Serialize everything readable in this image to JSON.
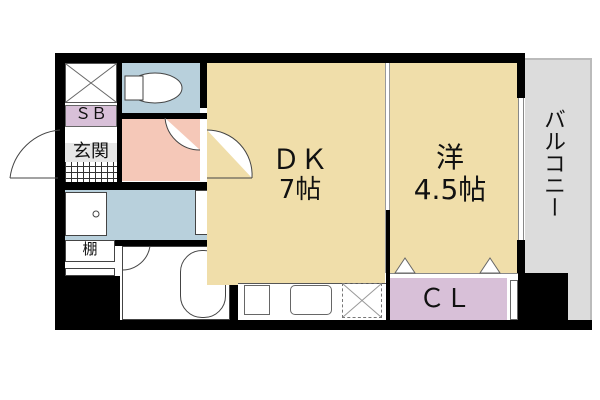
{
  "plan": {
    "rooms": {
      "dk": {
        "name": "ＤＫ",
        "size": "7帖"
      },
      "western": {
        "name": "洋",
        "size": "4.5帖"
      },
      "balcony": {
        "name": "バルコニー"
      },
      "closet": {
        "name": "ＣＬ"
      },
      "shoebox": {
        "name": "ＳＢ"
      },
      "entrance": {
        "name": "玄関"
      },
      "shelf": {
        "name": "棚"
      }
    },
    "colors": {
      "room_floor": "#F0DEAA",
      "toilet": "#B8D0DC",
      "washroom": "#B8D0DC",
      "hall": "#F5C8B8",
      "closet": "#D8C0D8",
      "shoebox": "#D8C0D8",
      "balcony": "#DCDCDC",
      "wall": "#000000"
    }
  }
}
